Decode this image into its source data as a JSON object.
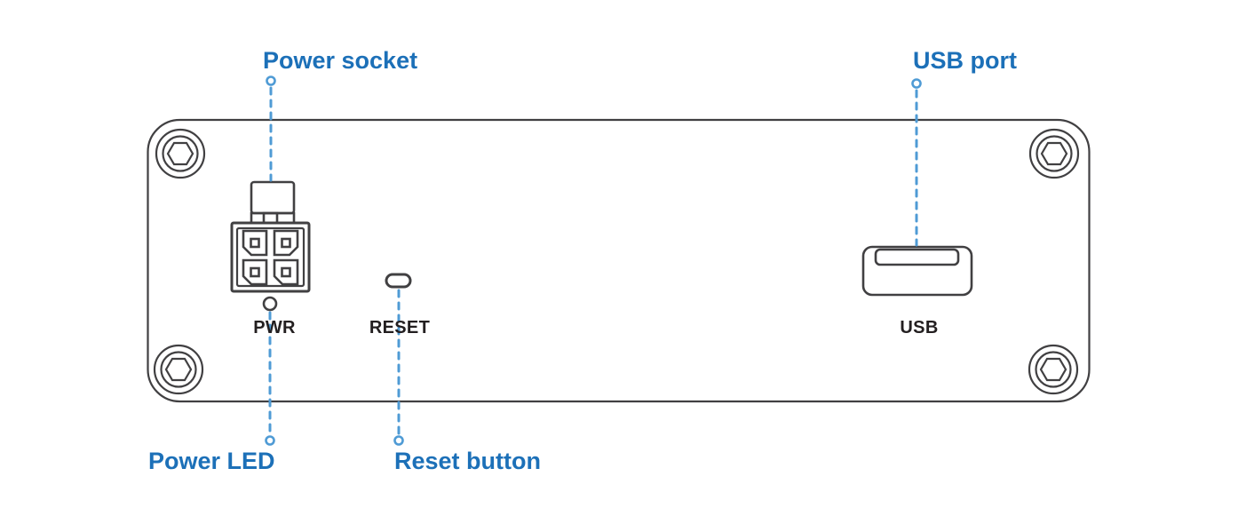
{
  "callouts": {
    "power_socket": "Power socket",
    "usb_port": "USB port",
    "power_led": "Power LED",
    "reset_button": "Reset button"
  },
  "panel_labels": {
    "power": "PWR",
    "reset": "RESET",
    "usb": "USB"
  },
  "colors": {
    "callout_text": "#1c70b8",
    "callout_line": "#4f9bd5",
    "outline": "#414042",
    "panel_text": "#231f20",
    "background": "#ffffff"
  }
}
